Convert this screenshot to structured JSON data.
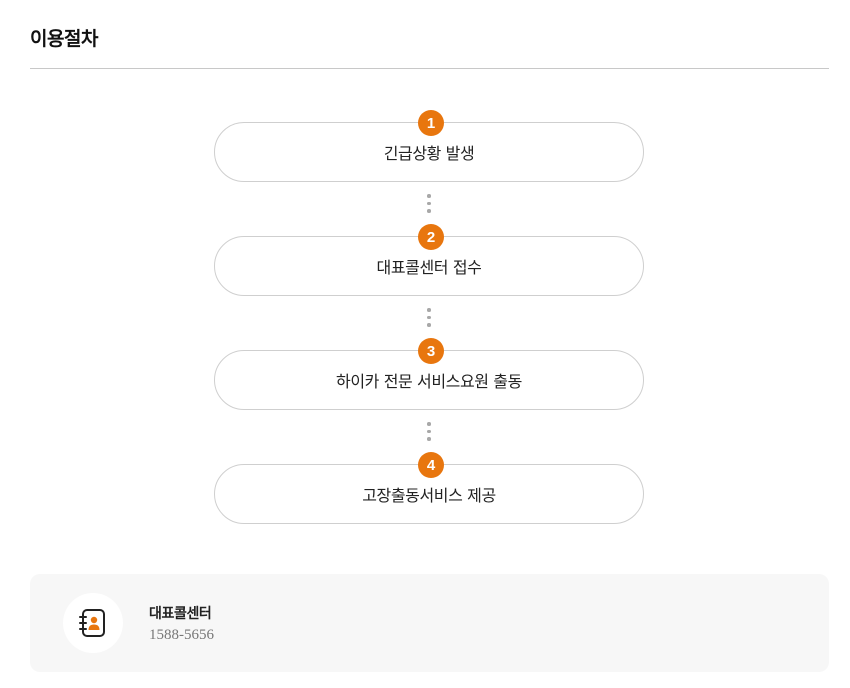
{
  "page": {
    "title": "이용절차"
  },
  "steps": [
    {
      "number": "1",
      "label": "긴급상황 발생"
    },
    {
      "number": "2",
      "label": "대표콜센터 접수"
    },
    {
      "number": "3",
      "label": "하이카 전문 서비스요원 출동"
    },
    {
      "number": "4",
      "label": "고장출동서비스 제공"
    }
  ],
  "contact": {
    "name": "대표콜센터",
    "phone": "1588-5656",
    "icon": "address-book-icon"
  },
  "colors": {
    "accent": "#e8760e",
    "border": "#cfcfcf",
    "panel_bg": "#f7f7f7"
  }
}
